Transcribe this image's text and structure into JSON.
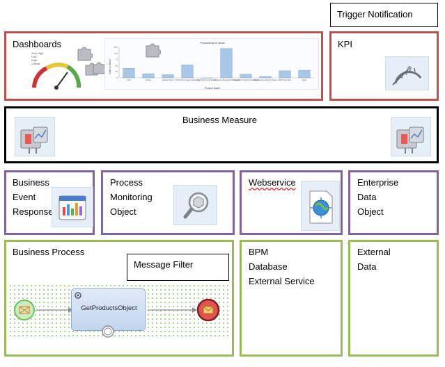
{
  "trigger_notification": {
    "label": "Trigger  Notification"
  },
  "dashboards": {
    "title": "Dashboards",
    "chart_data": {
      "type": "bar",
      "title": "Productivity in stock",
      "xlabel": "Product Name",
      "ylabel": "Units In Stock",
      "ylim": [
        0,
        125
      ],
      "categories": [
        "Chai",
        "Chang",
        "Aniseed Syrup",
        "Chef Anton's Cajun Seasoning",
        "Chef Anton's Gumbo Mix",
        "Grandma's Boysenberry Spread",
        "Uncle Bob's Organic Dried Pears",
        "Northwoods Cranberry Sauce",
        "Mishi Kobe Niku",
        "Ikura"
      ],
      "values": [
        39,
        17,
        13,
        53,
        0,
        120,
        15,
        6,
        29,
        31
      ]
    },
    "gauge_legend": [
      "Very High",
      "Low",
      "High",
      "Critical"
    ]
  },
  "kpi": {
    "title": "KPI",
    "icon": "gauge-icon"
  },
  "business_measure": {
    "title": "Business Measure",
    "icon": "measure-icon"
  },
  "business_event_response": {
    "lines": [
      "Business",
      "Event",
      "Response"
    ],
    "icon": "calendar-chart-icon"
  },
  "process_monitoring_object": {
    "lines": [
      "Process",
      "Monitoring",
      "Object"
    ],
    "icon": "magnifier-icon"
  },
  "webservice": {
    "title": "Webservice",
    "icon": "globe-icon"
  },
  "enterprise_data_object": {
    "lines": [
      "Enterprise",
      "Data",
      "Object"
    ]
  },
  "business_process": {
    "title": "Business Process",
    "message_filter": "Message Filter",
    "task_label": "GetProductsObject"
  },
  "bpm_database": {
    "lines": [
      "BPM",
      "Database",
      "External Service"
    ]
  },
  "external_data": {
    "lines": [
      "External",
      "Data"
    ]
  },
  "colors": {
    "red_border": "#c0504d",
    "purple_border": "#8064a2",
    "green_border": "#9bbb59",
    "black_border": "#000000",
    "bar_fill": "#a8c6e6"
  }
}
